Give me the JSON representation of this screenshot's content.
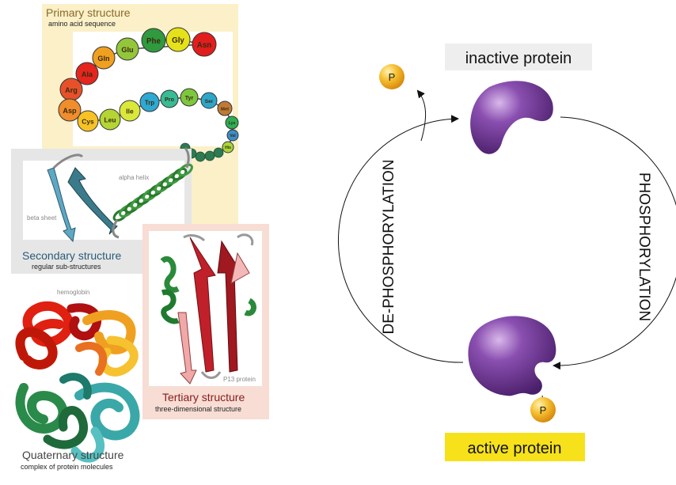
{
  "primary": {
    "title": "Primary structure",
    "subtitle": "amino acid sequence",
    "residues": [
      {
        "name": "Phe",
        "color": "#2f9a3e"
      },
      {
        "name": "Gly",
        "color": "#e6e21a"
      },
      {
        "name": "Asn",
        "color": "#e21d1d"
      },
      {
        "name": "Glu",
        "color": "#93c63a"
      },
      {
        "name": "Gln",
        "color": "#f0a020"
      },
      {
        "name": "Ala",
        "color": "#e4261e"
      },
      {
        "name": "Arg",
        "color": "#e7512a"
      },
      {
        "name": "Asp",
        "color": "#f08d2c"
      },
      {
        "name": "Cys",
        "color": "#f6c226"
      },
      {
        "name": "Leu",
        "color": "#b4d534"
      },
      {
        "name": "Ile",
        "color": "#d9e83a"
      },
      {
        "name": "Trp",
        "color": "#2ea9d3"
      },
      {
        "name": "Pro",
        "color": "#37bc96"
      },
      {
        "name": "Tyr",
        "color": "#7ec63e"
      },
      {
        "name": "Ser",
        "color": "#2da6c9"
      },
      {
        "name": "Met",
        "color": "#c07a36"
      },
      {
        "name": "Lys",
        "color": "#2eae52"
      },
      {
        "name": "Val",
        "color": "#3b8ec9"
      },
      {
        "name": "His",
        "color": "#a8d63a"
      }
    ]
  },
  "secondary": {
    "title": "Secondary structure",
    "subtitle": "regular sub-structures",
    "alpha_label": "alpha helix",
    "beta_label": "beta sheet"
  },
  "tertiary": {
    "title": "Tertiary structure",
    "subtitle": "three-dimensional structure",
    "protein_label": "P13 protein"
  },
  "quaternary": {
    "title": "Quaternary structure",
    "subtitle": "complex of protein molecules",
    "protein_label": "hemoglobin"
  },
  "cycle": {
    "inactive_label": "inactive protein",
    "active_label": "active protein",
    "phosphorylation": "PHOSPHORYLATION",
    "dephosphorylation": "DE-PHOSPHORYLATION",
    "phosphate_symbol": "P",
    "colors": {
      "protein": "#7a3f9e",
      "phosphate": "#f0b020",
      "active_bg": "#f6e11a",
      "inactive_bg": "#eeeeee"
    }
  }
}
